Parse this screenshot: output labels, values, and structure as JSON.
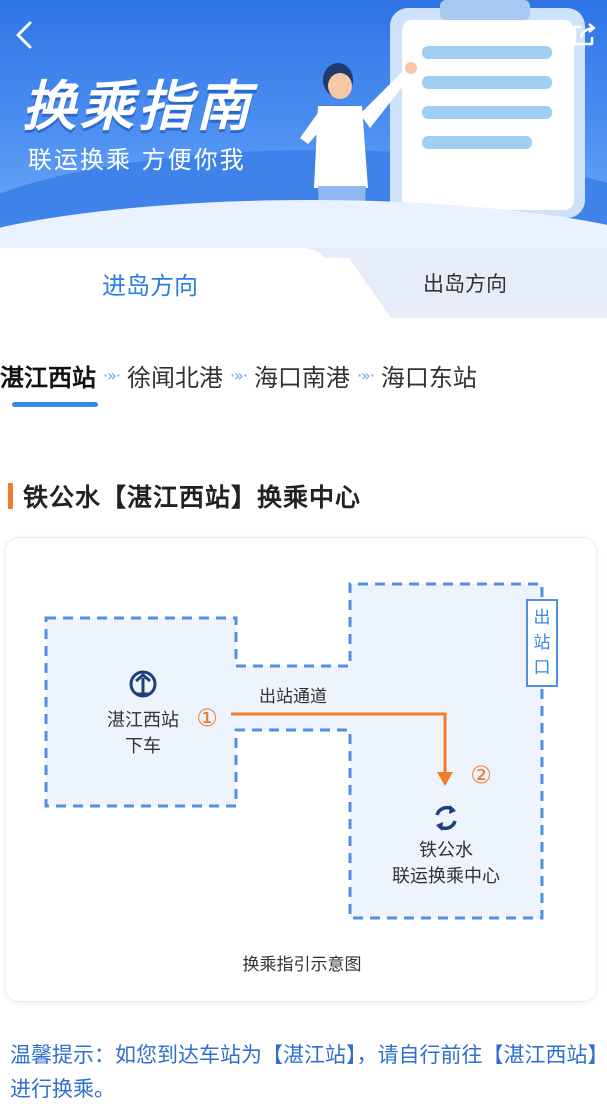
{
  "header": {
    "title": "换乘指南",
    "subtitle": "联运换乘  方便你我"
  },
  "tabs": [
    {
      "label": "进岛方向",
      "active": true
    },
    {
      "label": "出岛方向",
      "active": false
    }
  ],
  "route": {
    "stops": [
      "湛江西站",
      "徐闻北港",
      "海口南港",
      "海口东站"
    ],
    "separator": "·»·",
    "active_index": 0
  },
  "section": {
    "title": "铁公水【湛江西站】换乘中心"
  },
  "diagram": {
    "left_station_line1": "湛江西站",
    "left_station_line2": "下车",
    "step1": "①",
    "step2": "②",
    "passage_label": "出站通道",
    "exit_label_chars": [
      "出",
      "站",
      "口"
    ],
    "center_line1": "铁公水",
    "center_line2": "联运换乘中心",
    "caption": "换乘指引示意图",
    "colors": {
      "accent_blue": "#3a86ea",
      "dash_blue": "#4f8fe6",
      "path_orange": "#f07c2a",
      "area_fill": "#eef4fd"
    }
  },
  "tip": {
    "text": "温馨提示：如您到达车站为【湛江站】，请自行前往【湛江西站】进行换乘。"
  },
  "icons": {
    "back": "chevron-left-icon",
    "share": "share-icon",
    "railway": "railway-logo-icon",
    "transfer": "transfer-cycle-icon"
  }
}
